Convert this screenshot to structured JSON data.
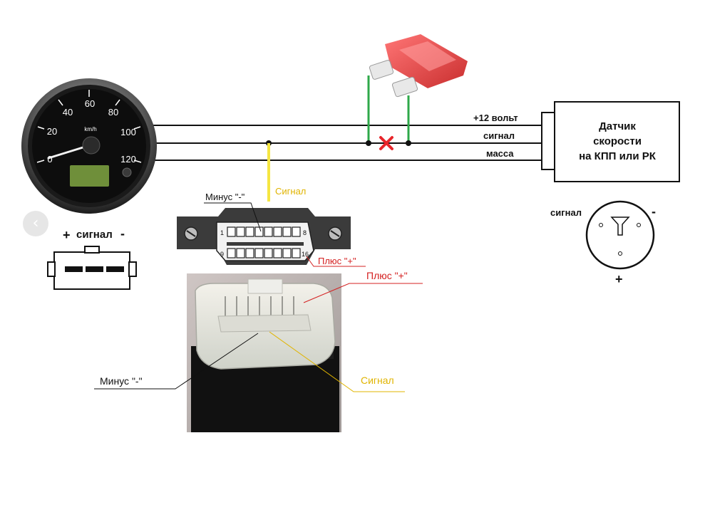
{
  "speedometer": {
    "unit": "km/h",
    "ticks": [
      "0",
      "20",
      "40",
      "60",
      "80",
      "100",
      "120"
    ]
  },
  "wires": {
    "plus12": "+12 вольт",
    "signal": "сигнал",
    "ground": "масса"
  },
  "sensor": {
    "line1": "Датчик",
    "line2": "скорости",
    "line3": "на КПП или РК",
    "pin_signal": "сигнал",
    "pin_minus": "-",
    "pin_plus": "+"
  },
  "gauge_connector": {
    "plus": "+",
    "signal": "сигнал",
    "minus": "-"
  },
  "obd": {
    "pin1": "1",
    "pin8": "8",
    "pin9": "9",
    "pin16": "16",
    "minus_label": "Минус \"-\"",
    "signal_label": "Сигнал",
    "plus_label": "Плюс \"+\""
  },
  "photo": {
    "plus_label": "Плюс \"+\"",
    "minus_label": "Минус \"-\"",
    "signal_label": "Сигнал"
  },
  "colors": {
    "signal": "#f5e642",
    "plus": "#d42020",
    "fuse_wire": "#2ea84a",
    "break_mark": "#e8262b",
    "fuse": "#e23a3a"
  }
}
